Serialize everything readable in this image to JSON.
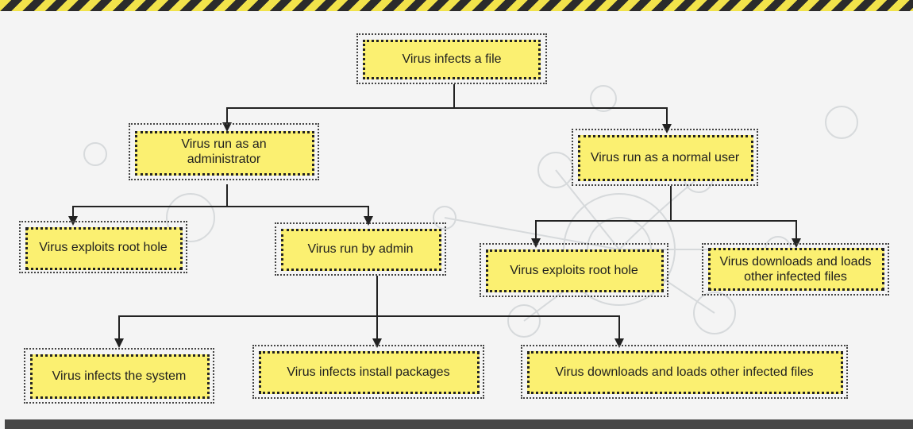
{
  "diagram": {
    "nodes": {
      "root": "Virus infects a file",
      "admin": "Virus run as an administrator",
      "normal": "Virus run as a normal user",
      "exploit_admin": "Virus exploits root hole",
      "run_by_admin": "Virus run by admin",
      "exploit_user": "Virus exploits root hole",
      "download_user": "Virus downloads and loads other infected files",
      "infects_system": "Virus infects the system",
      "install_packages": "Virus infects install packages",
      "download_admin": "Virus downloads and loads other infected files"
    },
    "colors": {
      "node_fill": "#fbf071",
      "stripe_yellow": "#f2e34a",
      "stripe_dark": "#2b2b2b",
      "connector": "#222222",
      "footer": "#474747"
    }
  }
}
